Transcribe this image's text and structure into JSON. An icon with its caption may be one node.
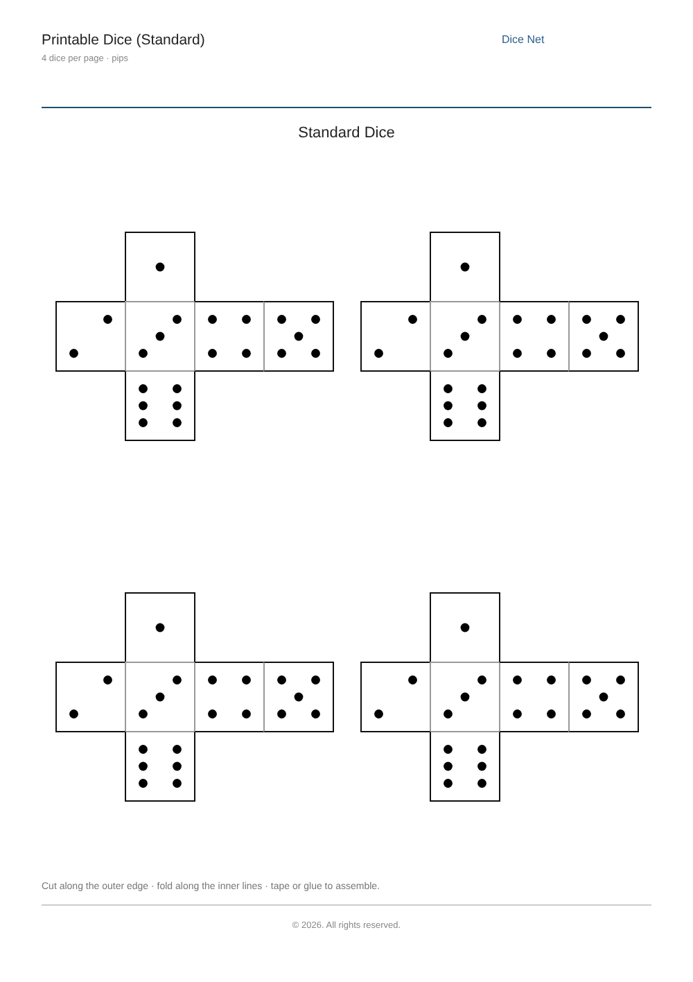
{
  "diagram": {
    "title": "Printable Dice (Standard)",
    "nodes": [
      {
        "text": [],
        "shape": "box"
      },
      {
        "text": [],
        "shape": "box"
      },
      {
        "text": [],
        "shape": "box"
      },
      {
        "text": [],
        "shape": "box"
      },
      {
        "text": [],
        "shape": "box"
      },
      {
        "text": [],
        "shape": "box"
      },
      {
        "text": [],
        "shape": "box"
      },
      {
        "text": [],
        "shape": "box"
      },
      {
        "text": [],
        "shape": "box"
      },
      {
        "text": [],
        "shape": "box"
      },
      {
        "text": [],
        "shape": "box"
      },
      {
        "text": [],
        "shape": "box"
      },
      {
        "text": [],
        "shape": "box"
      },
      {
        "text": [],
        "shape": "box"
      },
      {
        "text": [],
        "shape": "box"
      },
      {
        "text": [],
        "shape": "box"
      },
      {
        "text": [],
        "shape": "box"
      },
      {
        "text": [],
        "shape": "box"
      },
      {
        "text": [],
        "shape": "box"
      },
      {
        "text": [],
        "shape": "box"
      },
      {
        "text": [],
        "shape": "box"
      },
      {
        "text": [],
        "shape": "box"
      },
      {
        "text": [],
        "shape": "box"
      },
      {
        "text": [],
        "shape": "box"
      }
    ],
    "labels": [
      "4 dice per page · pips",
      "Dice Net",
      "Standard Dice",
      "Cut along the outer edge · fold along the inner lines · tape or glue to assemble.",
      "© 2026. All rights reserved."
    ]
  }
}
